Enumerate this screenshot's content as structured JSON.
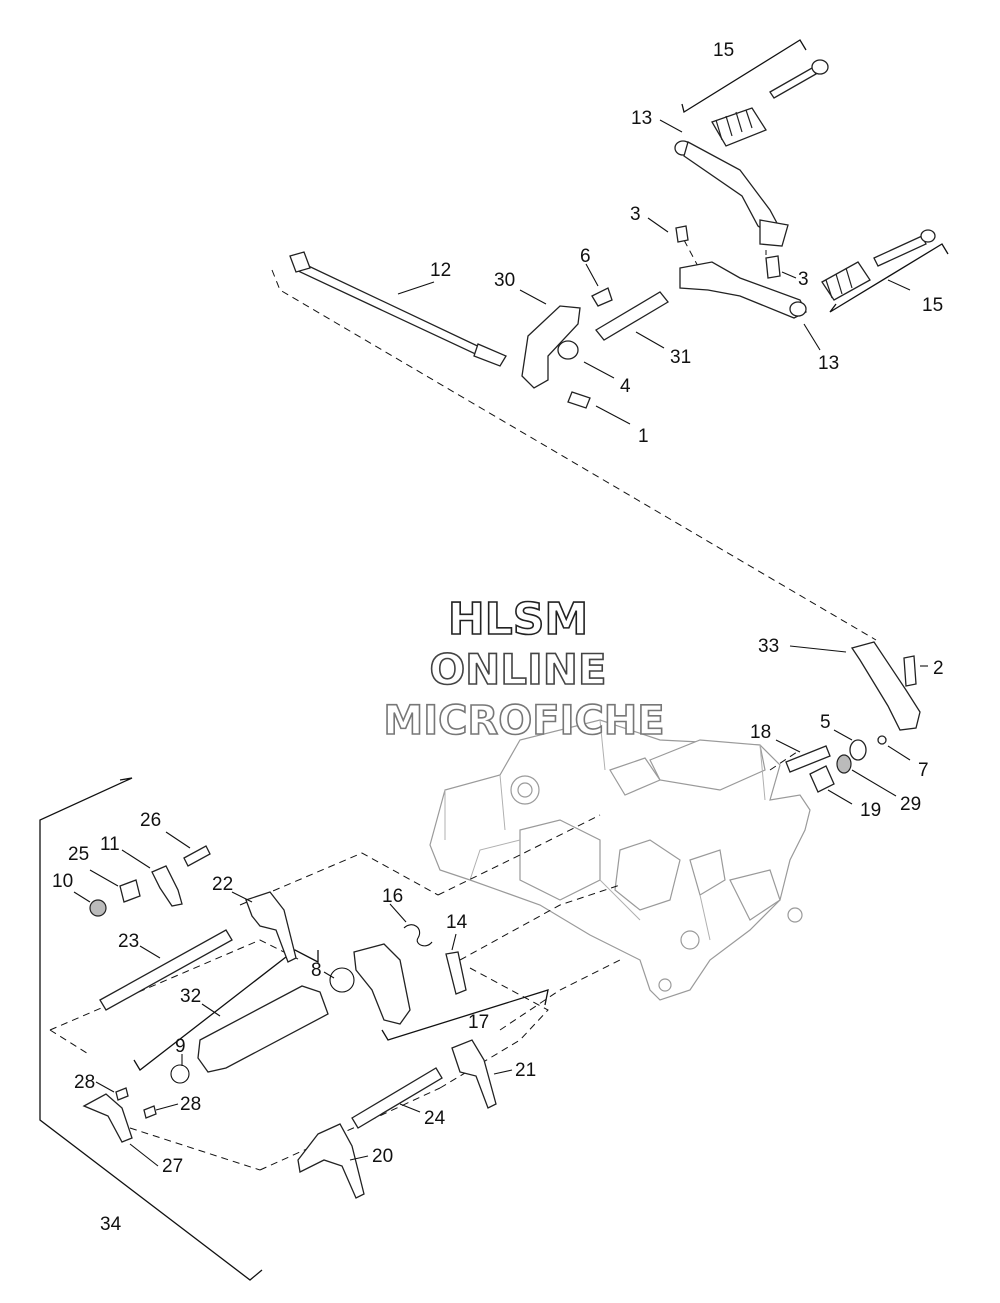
{
  "watermark": {
    "line1": "HLSM",
    "line2": "ONLINE",
    "line3": "MICROFICHE"
  },
  "callouts": {
    "c15a": "15",
    "c13a": "13",
    "c3a": "3",
    "c3b": "3",
    "c15b": "15",
    "c13b": "13",
    "c6": "6",
    "c30": "30",
    "c12": "12",
    "c31": "31",
    "c4": "4",
    "c1": "1",
    "c33": "33",
    "c2": "2",
    "c5": "5",
    "c18": "18",
    "c7": "7",
    "c29": "29",
    "c19": "19",
    "c26": "26",
    "c11": "11",
    "c25": "25",
    "c10": "10",
    "c22": "22",
    "c23": "23",
    "c16": "16",
    "c14": "14",
    "c8": "8",
    "c32": "32",
    "c17": "17",
    "c9": "9",
    "c21": "21",
    "c28a": "28",
    "c28b": "28",
    "c24": "24",
    "c27": "27",
    "c20": "20",
    "c34": "34"
  }
}
